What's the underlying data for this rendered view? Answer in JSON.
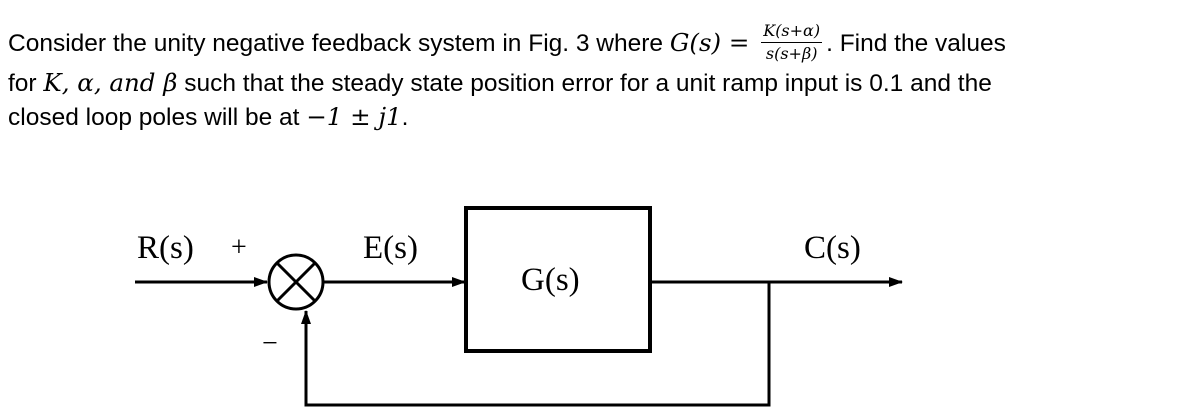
{
  "problem": {
    "line1_text": "Consider the unity negative feedback system in Fig. 3 where ",
    "line1_G": "G(s)",
    "line1_eq": " = ",
    "line1_frac_num": "K(s+α)",
    "line1_frac_den": "s(s+β)",
    "line1_tail": ". Find the values",
    "line2_for": "for ",
    "line2_vars": "K, α, and β",
    "line2_text": " such that the steady state position error for a unit ramp input is 0.1 and the",
    "line3_text": "closed loop poles will be at ",
    "line3_poles": "−1 ± j1",
    "line3_end": "."
  },
  "diagram": {
    "input_label": "R(s)",
    "plus_sign": "+",
    "minus_sign": "−",
    "error_label": "E(s)",
    "block_label": "G(s)",
    "output_label": "C(s)"
  }
}
